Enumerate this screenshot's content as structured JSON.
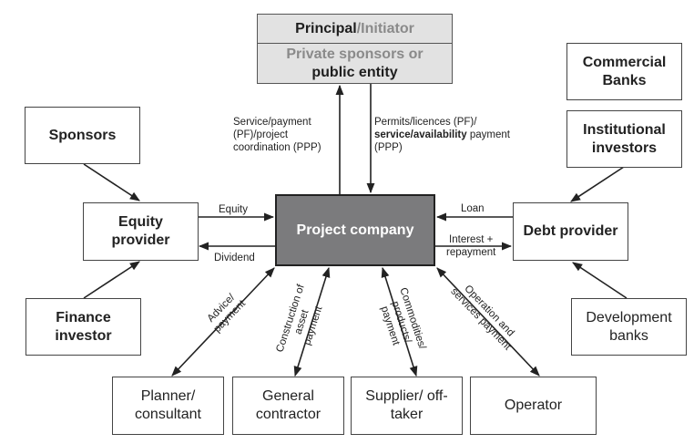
{
  "principal": {
    "title_bold": "Principal",
    "title_grey": "/Initiator",
    "line1": "Private sponsors or",
    "line2": "public entity"
  },
  "project_company": "Project company",
  "equity_side": {
    "sponsors": "Sponsors",
    "equity_provider": [
      "Equity",
      "provider"
    ],
    "finance_investor": [
      "Finance",
      "investor"
    ],
    "equity_flow": "Equity",
    "dividend_flow": "Dividend"
  },
  "debt_side": {
    "commercial_banks": [
      "Commercial",
      "Banks"
    ],
    "institutional_investors": [
      "Institutional",
      "investors"
    ],
    "debt_provider": "Debt provider",
    "development_banks": [
      "Development",
      "banks"
    ],
    "loan_flow": "Loan",
    "interest_flow": [
      "Interest +",
      "repayment"
    ]
  },
  "top_flows": {
    "left": [
      "Service/payment",
      "(PF)/project",
      "coordination (PPP)"
    ],
    "right_line1": "Permits/licences (PF)/",
    "right_line2_bold": "service/availability",
    "right_line2_rest": " payment",
    "right_line3": "(PPP)"
  },
  "bottom": {
    "planner": [
      "Planner/",
      "consultant"
    ],
    "contractor": [
      "General",
      "contractor"
    ],
    "supplier": [
      "Supplier/ off-",
      "taker"
    ],
    "operator": "Operator",
    "advice_flow": [
      "Advice/",
      "payment"
    ],
    "construction_flow": [
      "Construction of",
      "asset",
      "payment"
    ],
    "commodities_flow": [
      "Commodities/",
      "products/",
      "payment"
    ],
    "operation_flow": [
      "Operation and",
      "services payment"
    ]
  }
}
